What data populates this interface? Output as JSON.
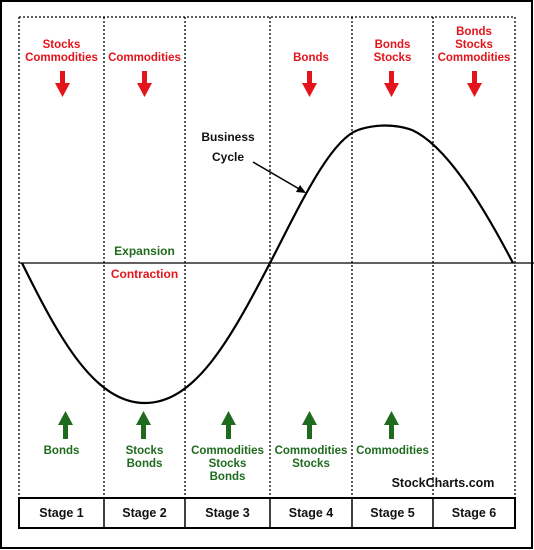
{
  "stages": [
    "Stage 1",
    "Stage 2",
    "Stage 3",
    "Stage 4",
    "Stage 5",
    "Stage 6"
  ],
  "sell_labels": [
    "Stocks\nCommodities",
    "Commodities",
    "",
    "Bonds",
    "Bonds\nStocks",
    "Bonds\nStocks\nCommodities"
  ],
  "buy_labels": [
    "Bonds",
    "Stocks\nBonds",
    "Commodities\nStocks\nBonds",
    "Commodities\nStocks",
    "Commodities",
    ""
  ],
  "expansion_label": "Expansion",
  "contraction_label": "Contraction",
  "cycle_label": "Business\nCycle",
  "source_label": "StockCharts.com",
  "colors": {
    "sell": "#e3141b",
    "buy": "#1e6b1e",
    "line": "#000000"
  }
}
